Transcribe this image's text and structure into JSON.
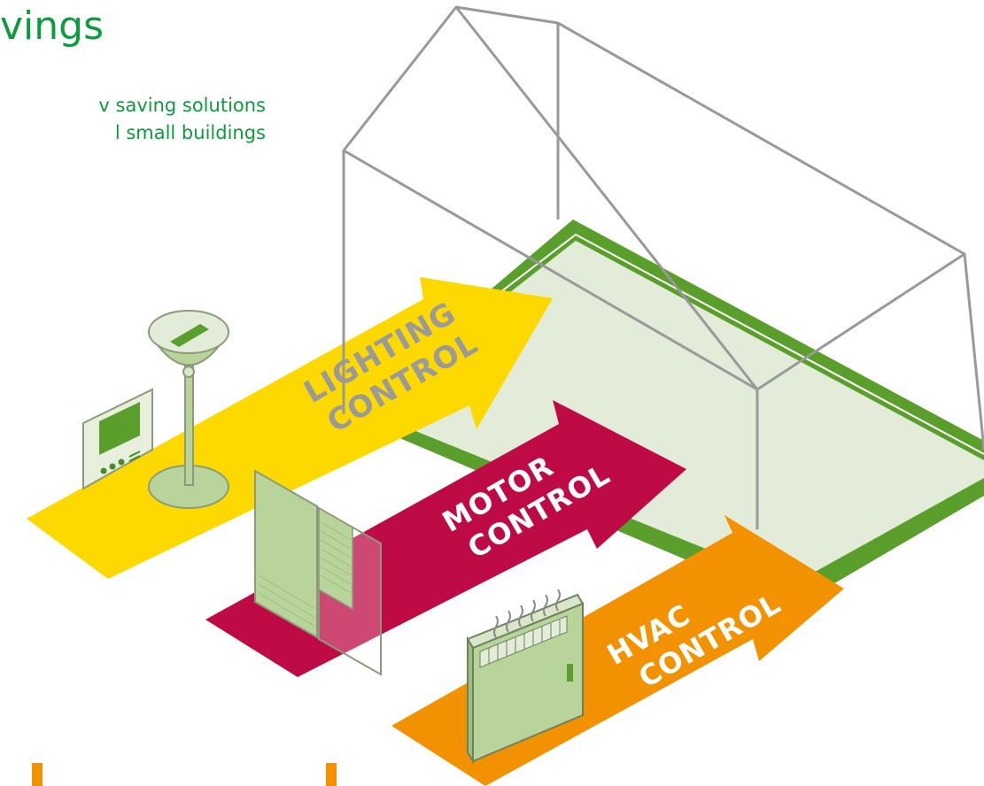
{
  "header": {
    "title": "vings",
    "subtitle_line1": "v saving solutions",
    "subtitle_line2": "l small buildings"
  },
  "arrows": {
    "lighting": {
      "line1": "LIGHTING",
      "line2": "CONTROL"
    },
    "motor": {
      "line1": "MOTOR",
      "line2": "CONTROL"
    },
    "hvac": {
      "line1": "HVAC",
      "line2": "CONTROL"
    }
  },
  "colors": {
    "brand_green": "#0d9b3c",
    "lighting_yellow": "#fed900",
    "motor_crimson": "#be0b46",
    "hvac_orange": "#f39200",
    "floor_green": "#5a9f2c",
    "floor_fill": "#e3ecd8",
    "house_outline": "#999999",
    "label_grey": "#9a9a9a",
    "label_white": "#ffffff"
  },
  "icons": [
    "thermostat-icon",
    "ceiling-lamp-icon",
    "motorized-blind-icon",
    "radiator-heater-icon"
  ]
}
